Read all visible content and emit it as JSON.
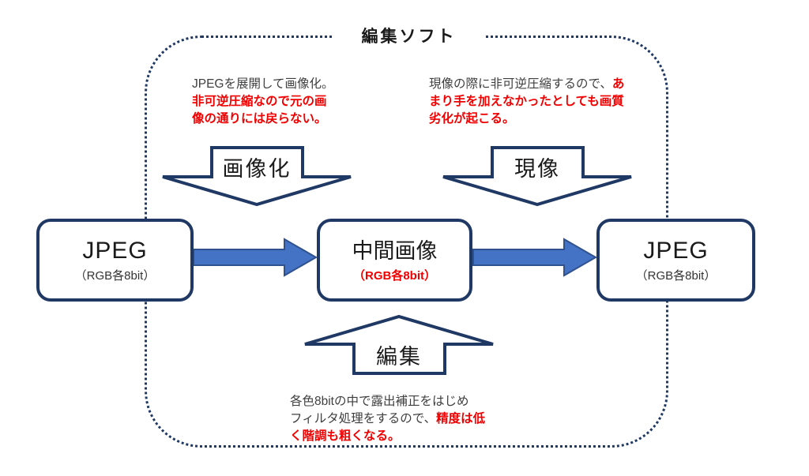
{
  "frame": {
    "title": "編集ソフト"
  },
  "colors": {
    "navy": "#1f3864",
    "arrow_fill": "#4472c4",
    "arrow_stroke": "#2f528f",
    "red": "#f00000",
    "text_black": "#3f3f3f"
  },
  "boxes": {
    "left": {
      "label": "JPEG",
      "sub": "（RGB各8bit）"
    },
    "middle": {
      "label": "中間画像",
      "sub": "（RGB各8bit）"
    },
    "right": {
      "label": "JPEG",
      "sub": "（RGB各8bit）"
    }
  },
  "process_arrows": {
    "imagize": "画像化",
    "develop": "現像",
    "edit": "編集"
  },
  "annotations": {
    "imagize": {
      "line1_black": "JPEGを展開して画像化。",
      "line2_red": "非可逆圧縮なので元の画",
      "line3_red": "像の通りには戻らない。"
    },
    "develop": {
      "line1_black": "現像の際に非可逆圧縮するので、",
      "line1_red": "あ",
      "line2_red": "まり手を加えなかったとしても画質",
      "line3_red": "劣化が起こる。"
    },
    "edit": {
      "line1_black": "各色8bitの中で露出補正をはじめ",
      "line2_black": "フィルタ処理をするので、",
      "line2_red": "精度は低",
      "line3_red": "く階調も粗くなる。"
    }
  }
}
